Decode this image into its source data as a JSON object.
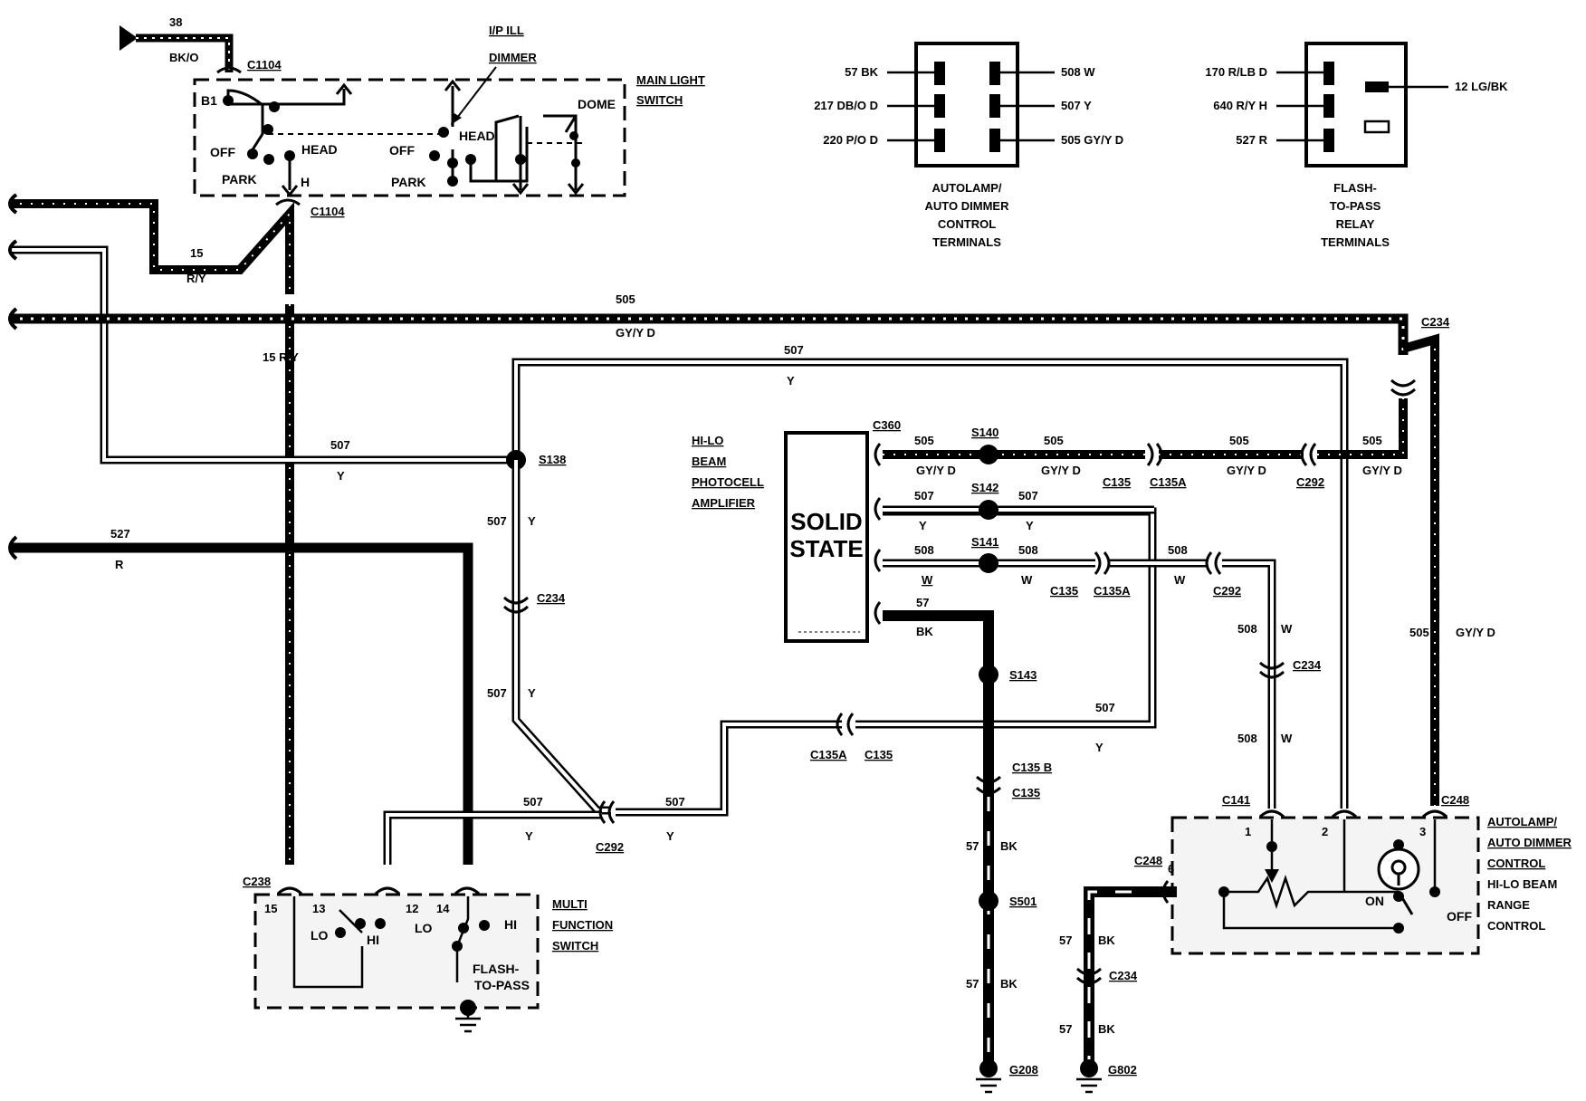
{
  "main_light_switch": {
    "title": [
      "MAIN LIGHT",
      "SWITCH"
    ],
    "dimmer": [
      "I/P ILL",
      "DIMMER"
    ],
    "connector_top": "C1104",
    "connector_bottom": "C1104",
    "terminals": {
      "b1": "B1",
      "h": "H"
    },
    "positions": {
      "off1": "OFF",
      "head1": "HEAD",
      "park1": "PARK",
      "off2": "OFF",
      "head2": "HEAD",
      "park2": "PARK",
      "dome": "DOME"
    },
    "feed": {
      "circuit": "38",
      "color": "BK/O"
    }
  },
  "autolamp_terminals": {
    "caption": [
      "AUTOLAMP/",
      "AUTO DIMMER",
      "CONTROL",
      "TERMINALS"
    ],
    "left": [
      "57  BK",
      "217  DB/O  D",
      "220  P/O  D"
    ],
    "right": [
      "508  W",
      "507  Y",
      "505  GY/Y  D"
    ]
  },
  "flash_relay_terminals": {
    "caption": [
      "FLASH-",
      "TO-PASS",
      "RELAY",
      "TERMINALS"
    ],
    "left": [
      "170  R/LB  D",
      "640  R/Y  H",
      "527  R"
    ],
    "right": "12  LG/BK"
  },
  "wires": {
    "w15": {
      "circuit": "15",
      "color": "R/Y"
    },
    "w505": {
      "circuit": "505",
      "color": "GY/Y D"
    },
    "w507": {
      "circuit": "507",
      "color": "Y"
    },
    "w527": {
      "circuit": "527",
      "color": "R"
    },
    "w508": {
      "circuit": "508",
      "color": "W"
    },
    "w57": {
      "circuit": "57",
      "color": "BK"
    },
    "w15_vertical": "15  R/Y"
  },
  "amplifier": {
    "label": [
      "HI-LO",
      "BEAM",
      "PHOTOCELL",
      "AMPLIFIER"
    ],
    "box": [
      "SOLID",
      "STATE"
    ],
    "connector": "C360"
  },
  "splices": {
    "s138": "S138",
    "s140": "S140",
    "s141": "S141",
    "s142": "S142",
    "s143": "S143",
    "s501": "S501"
  },
  "connectors": {
    "c234": "C234",
    "c135": "C135",
    "c135a": "C135A",
    "c292": "C292",
    "c135b": "C135 B",
    "c238": "C238",
    "c141": "C141",
    "c248": "C248"
  },
  "grounds": {
    "g208": "G208",
    "g802": "G802"
  },
  "multi_function_switch": {
    "title": [
      "MULTI",
      "FUNCTION",
      "SWITCH"
    ],
    "pins": [
      "15",
      "13",
      "12",
      "14"
    ],
    "lo": "LO",
    "hi": "HI",
    "flash": [
      "FLASH-",
      "TO-PASS"
    ]
  },
  "autolamp_control": {
    "title": [
      "AUTOLAMP/",
      "AUTO DIMMER",
      "CONTROL"
    ],
    "title2": [
      "HI-LO BEAM",
      "RANGE",
      "CONTROL"
    ],
    "pins": [
      "1",
      "2",
      "3",
      "6"
    ],
    "on": "ON",
    "off": "OFF"
  }
}
